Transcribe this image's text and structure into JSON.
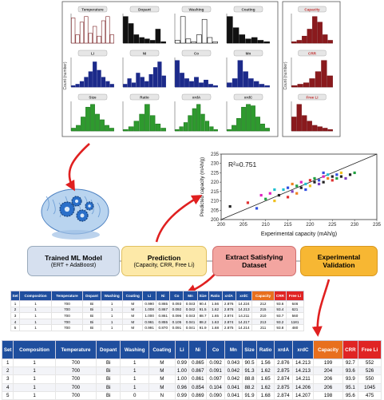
{
  "panels": [
    {
      "label": "Temperature",
      "color": "#7a1f22",
      "fill": "#ffffff",
      "bars": [
        0.9,
        0.3,
        0.75,
        0.95,
        0.35,
        0.6,
        0.25,
        0.8,
        0.95,
        0.3
      ]
    },
    {
      "label": "Dopant",
      "color": "#111111",
      "fill": "#111111",
      "bars": [
        0.95,
        0.7,
        0.3,
        0.2,
        0.15,
        0.1,
        0.5,
        0.05
      ]
    },
    {
      "label": "Washing",
      "color": "#111111",
      "fill": "#ffffff",
      "bars": [
        0.1,
        0.95,
        0.15,
        0.05,
        0.3,
        0.85,
        0.2,
        0.05
      ]
    },
    {
      "label": "Coating",
      "color": "#111111",
      "fill": "#111111",
      "bars": [
        0.95,
        0.55,
        0.3,
        0.15,
        0.2,
        0.1,
        0.05
      ]
    },
    {
      "label": "Li",
      "color": "#1c2a8a",
      "fill": "#1c2a8a",
      "bars": [
        0.05,
        0.1,
        0.2,
        0.35,
        0.55,
        0.9,
        0.6,
        0.35,
        0.2,
        0.1
      ]
    },
    {
      "label": "Ni",
      "color": "#1c2a8a",
      "fill": "#1c2a8a",
      "bars": [
        0.1,
        0.3,
        0.15,
        0.5,
        0.35,
        0.2,
        0.45,
        0.7,
        0.9,
        0.4
      ]
    },
    {
      "label": "Co",
      "color": "#1c2a8a",
      "fill": "#1c2a8a",
      "bars": [
        0.95,
        0.5,
        0.3,
        0.2,
        0.35,
        0.15,
        0.25,
        0.1,
        0.05
      ]
    },
    {
      "label": "Mn",
      "color": "#1c2a8a",
      "fill": "#1c2a8a",
      "bars": [
        0.15,
        0.3,
        0.95,
        0.55,
        0.3,
        0.2,
        0.1,
        0.05
      ]
    },
    {
      "label": "Size",
      "color": "#1e7a1e",
      "fill": "#2e9a2e",
      "bars": [
        0.1,
        0.2,
        0.5,
        0.85,
        0.95,
        0.6,
        0.4,
        0.2,
        0.1
      ]
    },
    {
      "label": "Ratio",
      "color": "#1e7a1e",
      "fill": "#2e9a2e",
      "bars": [
        0.05,
        0.15,
        0.35,
        0.6,
        0.95,
        0.55,
        0.25,
        0.1
      ]
    },
    {
      "label": "xrdA",
      "color": "#1e7a1e",
      "fill": "#2e9a2e",
      "bars": [
        0.05,
        0.15,
        0.3,
        0.55,
        0.8,
        0.95,
        0.6,
        0.35,
        0.15,
        0.05
      ]
    },
    {
      "label": "xrdC",
      "color": "#1e7a1e",
      "fill": "#2e9a2e",
      "bars": [
        0.05,
        0.2,
        0.45,
        0.85,
        0.95,
        0.9,
        0.5,
        0.25,
        0.1
      ]
    }
  ],
  "target_panels": [
    {
      "label": "Capacity",
      "color": "#7a1518",
      "fill": "#8a1a1d",
      "bars": [
        0.05,
        0.1,
        0.25,
        0.5,
        0.95,
        0.75,
        0.3,
        0.1
      ]
    },
    {
      "label": "CRR",
      "color": "#7a1518",
      "fill": "#8a1a1d",
      "bars": [
        0.05,
        0.1,
        0.15,
        0.3,
        0.55,
        0.95,
        0.4
      ]
    },
    {
      "label": "Free Li",
      "color": "#7a1518",
      "fill": "#8a1a1d",
      "bars": [
        0.5,
        0.95,
        0.55,
        0.35,
        0.2,
        0.15,
        0.1,
        0.05
      ]
    }
  ],
  "count_label": "Count (number)",
  "scatter": {
    "r2": "R²=0.751",
    "xlabel": "Experimental capacity (mAh/g)",
    "ylabel": "Predicted capacity (mAh/g)",
    "xlim": [
      200,
      235
    ],
    "ylim": [
      200,
      235
    ],
    "xticks": [
      "200",
      "205",
      "210",
      "215",
      "220",
      "225",
      "230",
      "235"
    ],
    "yticks": [
      "200",
      "205",
      "210",
      "215",
      "220",
      "225",
      "230",
      "235"
    ],
    "points": [
      {
        "x": 202,
        "y": 207,
        "c": "#222222"
      },
      {
        "x": 206,
        "y": 209,
        "c": "#e03030"
      },
      {
        "x": 208,
        "y": 206,
        "c": "#3050e0"
      },
      {
        "x": 210,
        "y": 211,
        "c": "#20a040"
      },
      {
        "x": 211,
        "y": 214,
        "c": "#e020c0"
      },
      {
        "x": 212,
        "y": 210,
        "c": "#f0c020"
      },
      {
        "x": 213,
        "y": 213,
        "c": "#222222"
      },
      {
        "x": 214,
        "y": 216,
        "c": "#20c0d0"
      },
      {
        "x": 215,
        "y": 212,
        "c": "#e03030"
      },
      {
        "x": 215,
        "y": 217,
        "c": "#3050e0"
      },
      {
        "x": 216,
        "y": 215,
        "c": "#8040c0"
      },
      {
        "x": 217,
        "y": 218,
        "c": "#20a040"
      },
      {
        "x": 217,
        "y": 214,
        "c": "#f08020"
      },
      {
        "x": 218,
        "y": 217,
        "c": "#222222"
      },
      {
        "x": 218,
        "y": 220,
        "c": "#e020c0"
      },
      {
        "x": 219,
        "y": 216,
        "c": "#3050e0"
      },
      {
        "x": 219,
        "y": 219,
        "c": "#20c0d0"
      },
      {
        "x": 220,
        "y": 221,
        "c": "#e03030"
      },
      {
        "x": 220,
        "y": 218,
        "c": "#f0c020"
      },
      {
        "x": 221,
        "y": 220,
        "c": "#222222"
      },
      {
        "x": 221,
        "y": 222,
        "c": "#20a040"
      },
      {
        "x": 222,
        "y": 219,
        "c": "#8040c0"
      },
      {
        "x": 222,
        "y": 221,
        "c": "#3050e0"
      },
      {
        "x": 223,
        "y": 223,
        "c": "#e020c0"
      },
      {
        "x": 223,
        "y": 220,
        "c": "#222222"
      },
      {
        "x": 224,
        "y": 222,
        "c": "#f08020"
      },
      {
        "x": 224,
        "y": 224,
        "c": "#20c0d0"
      },
      {
        "x": 225,
        "y": 221,
        "c": "#e03030"
      },
      {
        "x": 225,
        "y": 223,
        "c": "#222222"
      },
      {
        "x": 226,
        "y": 224,
        "c": "#3050e0"
      },
      {
        "x": 226,
        "y": 222,
        "c": "#20a040"
      },
      {
        "x": 227,
        "y": 223,
        "c": "#222222"
      },
      {
        "x": 227,
        "y": 225,
        "c": "#f0c020"
      },
      {
        "x": 228,
        "y": 222,
        "c": "#8040c0"
      },
      {
        "x": 229,
        "y": 224,
        "c": "#222222"
      },
      {
        "x": 230,
        "y": 225,
        "c": "#20a040"
      },
      {
        "x": 212,
        "y": 216,
        "c": "#20c0d0"
      },
      {
        "x": 209,
        "y": 213,
        "c": "#e020c0"
      },
      {
        "x": 216,
        "y": 219,
        "c": "#f08020"
      },
      {
        "x": 223,
        "y": 225,
        "c": "#3050e0"
      }
    ]
  },
  "flow": {
    "model": {
      "title": "Trained ML Model",
      "sub": "(ERT + AdaBoost)"
    },
    "prediction": {
      "title": "Prediction",
      "sub": "(Capacity, CRR, Free Li)"
    },
    "extract": {
      "title": "Extract Satisfying",
      "title2": "Dataset"
    },
    "validation": {
      "title": "Experimental",
      "title2": "Validation"
    }
  },
  "table_headers": [
    "Set",
    "Composition",
    "Temperature",
    "Dopant",
    "Washing",
    "Coating",
    "Li",
    "Ni",
    "Co",
    "Mn",
    "Size",
    "Ratio",
    "xrdA",
    "xrdC",
    "Capacity",
    "CRR",
    "Free Li"
  ],
  "table_small_rows": [
    [
      "1",
      "1",
      "700",
      "Bi",
      "1",
      "M",
      "0.990",
      "0.865",
      "0.093",
      "0.043",
      "90.4",
      "1.56",
      "2.876",
      "14.224",
      "212",
      "93.6",
      "646"
    ],
    [
      "2",
      "1",
      "700",
      "Bi",
      "1",
      "M",
      "1.008",
      "0.867",
      "0.092",
      "0.042",
      "91.5",
      "1.62",
      "2.876",
      "14.213",
      "215",
      "93.4",
      "621"
    ],
    [
      "3",
      "1",
      "700",
      "Bi",
      "1",
      "M",
      "1.000",
      "0.861",
      "0.096",
      "0.043",
      "88.7",
      "1.65",
      "2.874",
      "14.211",
      "210",
      "93.7",
      "560"
    ],
    [
      "4",
      "1",
      "700",
      "Bi",
      "1",
      "M",
      "0.961",
      "0.855",
      "0.105",
      "0.041",
      "88.2",
      "1.63",
      "2.874",
      "14.217",
      "213",
      "93.2",
      "1181"
    ],
    [
      "5",
      "1",
      "700",
      "Bi",
      "1",
      "M",
      "0.991",
      "0.870",
      "0.091",
      "0.041",
      "91.9",
      "1.68",
      "2.875",
      "14.214",
      "211",
      "93.8",
      "480"
    ]
  ],
  "table_large_rows": [
    [
      "1",
      "1",
      "700",
      "Bi",
      "1",
      "M",
      "0.99",
      "0.865",
      "0.092",
      "0.043",
      "90.5",
      "1.56",
      "2.876",
      "14.213",
      "199",
      "92.7",
      "552"
    ],
    [
      "2",
      "1",
      "700",
      "Bi",
      "1",
      "M",
      "1.00",
      "0.867",
      "0.091",
      "0.042",
      "91.3",
      "1.62",
      "2.875",
      "14.213",
      "204",
      "93.6",
      "526"
    ],
    [
      "3",
      "1",
      "700",
      "Bi",
      "1",
      "M",
      "1.00",
      "0.861",
      "0.097",
      "0.042",
      "88.8",
      "1.65",
      "2.874",
      "14.211",
      "206",
      "93.9",
      "550"
    ],
    [
      "4",
      "1",
      "700",
      "Bi",
      "1",
      "M",
      "0.96",
      "0.854",
      "0.104",
      "0.041",
      "88.2",
      "1.62",
      "2.875",
      "14.206",
      "206",
      "95.1",
      "1045"
    ],
    [
      "5",
      "1",
      "700",
      "Bi",
      "0",
      "N",
      "0.99",
      "0.869",
      "0.090",
      "0.041",
      "91.9",
      "1.68",
      "2.874",
      "14.207",
      "198",
      "95.6",
      "475"
    ]
  ]
}
